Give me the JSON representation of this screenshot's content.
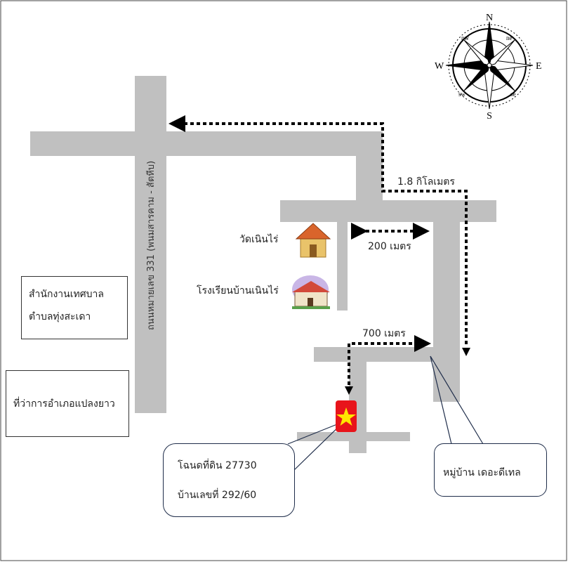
{
  "road_label": "ถนนหมายเลข 331 (พนมสารคาม - สัตหีบ)",
  "distances": {
    "route": "1.8 กิโลเมตร",
    "temple_side": "200 เมตร",
    "village_side": "700 เมตร"
  },
  "landmarks": {
    "temple": "วัดเนินไร่",
    "school": "โรงเรียนบ้านเนินไร่"
  },
  "offices": {
    "municipal_line1": "สำนักงานเทศบาล",
    "municipal_line2": "ตำบลทุ่งสะเดา",
    "district": "ที่ว่าการอำเภอแปลงยาว"
  },
  "callouts": {
    "deed": "โฉนดที่ดิน 27730",
    "house": "บ้านเลขที่  292/60",
    "village": "หมู่บ้าน เดอะดีเทล"
  },
  "compass": {
    "n": "N",
    "s": "S",
    "e": "E",
    "w": "W",
    "ne": "ne",
    "nw": "nw",
    "se": "se",
    "sw": "sw"
  },
  "colors": {
    "road": "#c0c0c0",
    "marker": "#e8141b",
    "star": "#ffe600"
  }
}
